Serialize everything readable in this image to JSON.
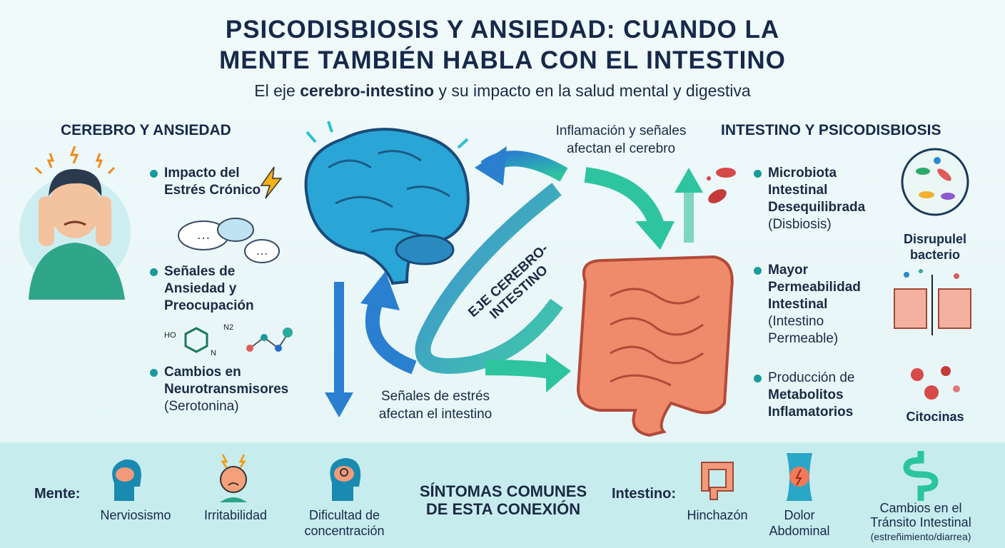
{
  "header": {
    "title_line1": "PSICODISBIOSIS Y ANSIEDAD: CUANDO LA",
    "title_line2": "MENTE TAMBIÉN HABLA CON EL INTESTINO",
    "subtitle_pre": "El eje ",
    "subtitle_bold": "cerebro-intestino",
    "subtitle_post": " y su impacto en la salud mental y digestiva"
  },
  "left": {
    "heading": "CEREBRO Y ANSIEDAD",
    "items": [
      {
        "label": "Impacto del Estrés Crónico"
      },
      {
        "label": "Señales de Ansiedad y Preocupación"
      },
      {
        "label_bold": "Cambios en Neurotransmisores",
        "label_normal": "(Serotonina)"
      }
    ],
    "molecule_labels": {
      "ho": "HO",
      "n2": "N2",
      "n": "N"
    }
  },
  "center": {
    "top_label_line1": "Inflamación y señales",
    "top_label_line2": "afectan el cerebro",
    "axis_label": "EJE CEREBRO-INTESTINO",
    "bottom_label_line1": "Señales de estrés",
    "bottom_label_line2": "afectan el intestino"
  },
  "right": {
    "heading": "INTESTINO Y PSICODISBIOSIS",
    "items": [
      {
        "label_bold": "Microbiota Intestinal Desequilibrada",
        "label_normal": "(Disbiosis)"
      },
      {
        "label_bold": "Mayor Permeabilidad Intestinal",
        "label_normal": "(Intestino Permeable)"
      },
      {
        "label_normal": "Producción de",
        "label_bold": "Metabolitos Inflamatorios"
      }
    ],
    "icon_labels": {
      "bacteria_line1": "Disrupulel",
      "bacteria_line2": "bacterio",
      "cytokines": "Citocinas"
    }
  },
  "symptoms": {
    "title_line1": "SÍNTOMAS COMUNES",
    "title_line2": "DE ESTA CONEXIÓN",
    "mind_label": "Mente:",
    "mind": [
      {
        "label": "Nerviosismo",
        "icon": "brain-head-icon"
      },
      {
        "label": "Irritabilidad",
        "icon": "angry-face-icon"
      },
      {
        "label_line1": "Dificultad de",
        "label_line2": "concentración",
        "icon": "gear-head-icon"
      }
    ],
    "gut_label": "Intestino:",
    "gut": [
      {
        "label": "Hinchazón",
        "icon": "intestine-icon"
      },
      {
        "label_line1": "Dolor",
        "label_line2": "Abdominal",
        "icon": "abdomen-pain-icon"
      },
      {
        "label_line1": "Cambios en el",
        "label_line2": "Tránsito Intestinal",
        "label_line3": "(estreñimiento/diarrea)",
        "icon": "transit-icon"
      }
    ]
  },
  "colors": {
    "navy": "#17294a",
    "teal": "#1a9a9a",
    "band": "#c7ecee",
    "brain": "#2a9fd6",
    "gut": "#ef8a6a",
    "arrow_blue": "#2a7fd0",
    "arrow_green": "#2ec4a0"
  }
}
